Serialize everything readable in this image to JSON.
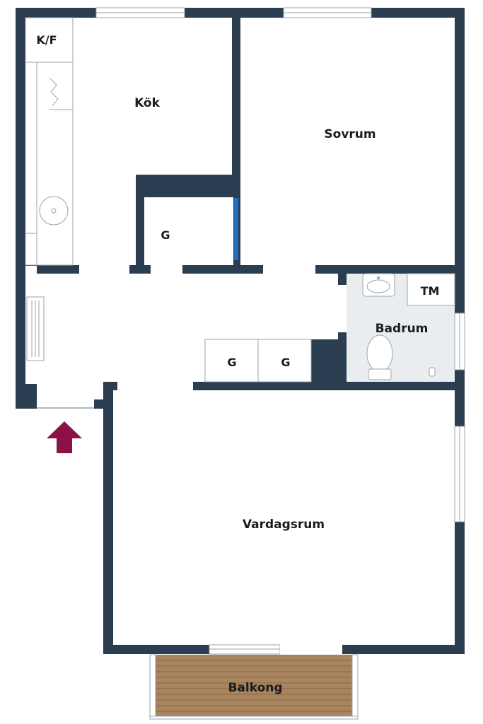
{
  "rooms": {
    "kok": "Kök",
    "sovrum": "Sovrum",
    "badrum": "Badrum",
    "vardagsrum": "Vardagsrum",
    "balkong": "Balkong"
  },
  "fixtures": {
    "kf": "K/F",
    "tm": "TM",
    "closet_kitchen": "G",
    "closet_hall_1": "G",
    "closet_hall_2": "G"
  },
  "colors": {
    "wall": "#2b3d50",
    "bathroom_floor": "#e9edf0",
    "balcony": "#a8845f",
    "entrance_arrow": "#8c1146",
    "door_highlight": "#1d6fc0"
  },
  "icons": {
    "entrance": "entrance-arrow-icon"
  }
}
